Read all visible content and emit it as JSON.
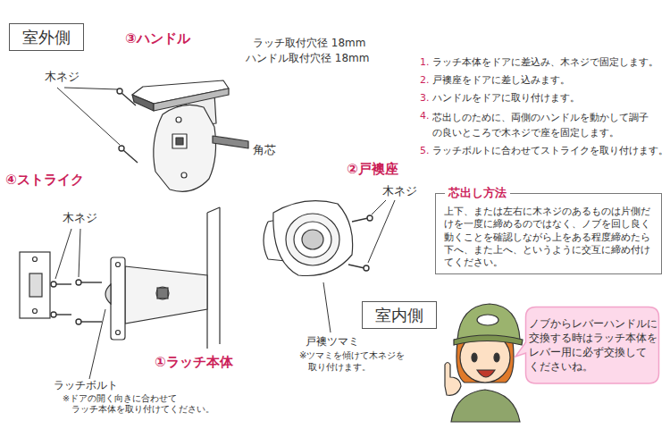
{
  "diagram": {
    "nodes": [
      {
        "text": [
          "室外側"
        ]
      },
      {
        "text": [
          "芯出し方法",
          "上下、または左右に木ネジのあるものは片側だけを一度に締めるのではなく、ノブを回し良く動くことを確認しながら上をある程度締めたら下へ、また上へ、というように交互に締め付けてください。"
        ]
      },
      {
        "text": [
          "室内側"
        ]
      },
      {
        "text": [
          "ノブからレバーハンドルに 交換する時はラッチ本体を レバー用に必ず交換して くださいね。"
        ]
      }
    ],
    "labels": [
      "③ハンドル",
      "ラッチ取付穴径 18mm",
      "ハンドル取付穴径 18mm",
      "木ネジ",
      "1.",
      "ラッチ本体をドアに差込み、木ネジで固定します。",
      "2.",
      "戸襖座をドアに差し込みます。",
      "3.",
      "ハンドルをドアに取り付けます。",
      "4.",
      "芯出しのために、両側のハンドルを動かして調子の良いところで木ネジで座を固定します。",
      "5.",
      "ラッチボルトに合わせてストライクを取り付けます。",
      "角芯",
      "②戸襖座",
      "④ストライク",
      "木ネジ",
      "木ネジ",
      "戸襖ツマミ",
      "※ツマミを傾けて木ネジを 取り付けます。",
      "①ラッチ本体",
      "ラッチボルト",
      "※ドアの開く向きに合わせて ラッチ本体を取り付けてください。"
    ]
  }
}
